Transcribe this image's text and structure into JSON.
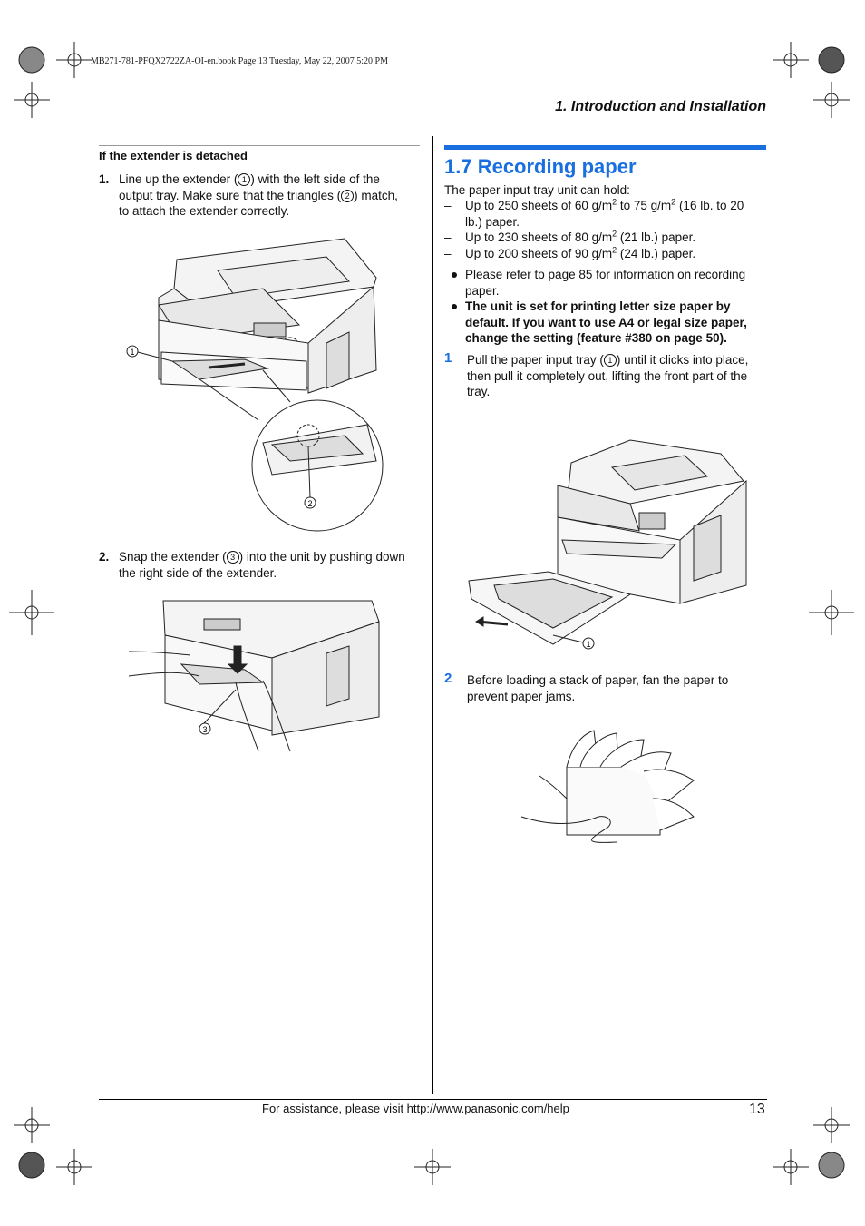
{
  "print_info": "MB271-781-PFQX2722ZA-OI-en.book  Page 13  Tuesday, May 22, 2007  5:20 PM",
  "header": {
    "section_title": "1. Introduction and Installation"
  },
  "left": {
    "subheading": "If the extender is detached",
    "step1": {
      "num": "1.",
      "line1_a": "Line up the extender (",
      "c1": "1",
      "line1_b": ") with the left side of the",
      "line2_a": "output tray. Make sure that the triangles (",
      "c2": "2",
      "line2_b": ") match,",
      "line3": "to attach the extender correctly."
    },
    "figure1": {
      "callout1": "1",
      "callout2": "2"
    },
    "step2": {
      "num": "2.",
      "line1_a": "Snap the extender (",
      "c3": "3",
      "line1_b": ") into the unit by pushing down",
      "line2": "the right side of the extender."
    },
    "figure2": {
      "callout3": "3"
    }
  },
  "right": {
    "section_heading": "1.7 Recording paper",
    "intro": "The paper input tray unit can hold:",
    "capacity": [
      {
        "dash": "–",
        "a": "Up to 250 sheets of 60 g/m",
        "s1": "2",
        "b": " to 75 g/m",
        "s2": "2",
        "c": " (16 lb. to 20",
        "d": "lb.) paper."
      },
      {
        "dash": "–",
        "a": "Up to 230 sheets of 80 g/m",
        "s1": "2",
        "b": " (21 lb.) paper."
      },
      {
        "dash": "–",
        "a": "Up to 200 sheets of 90 g/m",
        "s1": "2",
        "b": " (24 lb.) paper."
      }
    ],
    "bullet1": {
      "line1": "Please refer to page 85 for information on recording",
      "line2": "paper."
    },
    "bullet2": {
      "line1": "The unit is set for printing letter size paper by",
      "line2": "default. If you want to use A4 or legal size paper,",
      "line3": "change the setting (feature #380 on page 50)."
    },
    "step1": {
      "num": "1",
      "line1_a": "Pull the paper input tray (",
      "c1": "1",
      "line1_b": ") until it clicks into place,",
      "line2": "then pull it completely out, lifting the front part of the",
      "line3": "tray."
    },
    "figure3": {
      "callout1": "1"
    },
    "step2": {
      "num": "2",
      "line1": "Before loading a stack of paper, fan the paper to",
      "line2": "prevent paper jams."
    }
  },
  "footer": {
    "assistance": "For assistance, please visit http://www.panasonic.com/help",
    "page_number": "13"
  }
}
